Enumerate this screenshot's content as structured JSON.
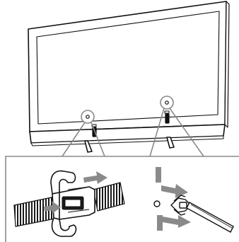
{
  "figure": {
    "subject": "tv-rear-cable-holder-attachment",
    "colors": {
      "line": "#111111",
      "screen_fill": "#ffffff",
      "arrow_gray": "#8a8a8a",
      "callout_gray": "#8a8a8a",
      "cable_dark": "#1a1a1a",
      "clip_light": "#ffffff"
    },
    "icons": [
      "arrow-right-icon",
      "arrow-left-icon",
      "cable-holder-clip",
      "cable-holder-hole"
    ]
  }
}
